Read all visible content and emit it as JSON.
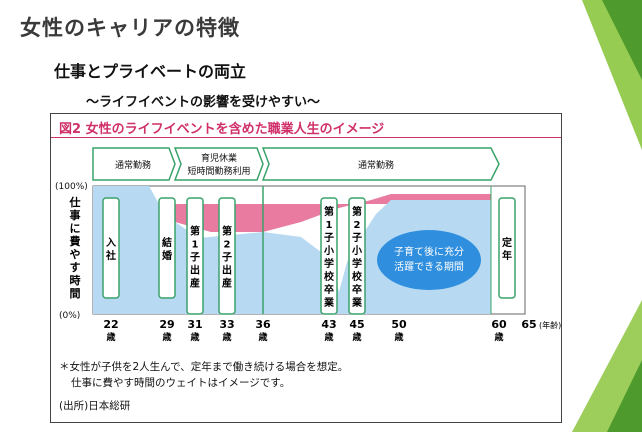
{
  "slide": {
    "title": "女性のキャリアの特徴",
    "subtitle": "仕事とプライベートの両立",
    "subsubtitle": "～ライフイベントの影響を受けやすい～"
  },
  "figure": {
    "title": "図2  女性のライフイベントを含めた職業人生のイメージ",
    "phases": [
      "通常勤務",
      "育児休業\n短時間勤務利用",
      "通常勤務"
    ],
    "y_axis_label": "仕事に費やす時間",
    "y_top_label": "(100%)",
    "y_bottom_label": "(0%)",
    "ages": [
      "22\n歳",
      "29\n歳",
      "31\n歳",
      "33\n歳",
      "36\n歳",
      "43\n歳",
      "45\n歳",
      "50\n歳",
      "60\n歳",
      "65"
    ],
    "age_unit": "(年齢)",
    "events": [
      "入社",
      "結婚",
      "第1子出産",
      "第2子出産",
      "第1子小学校卒業",
      "第2子小学校卒業",
      "定年"
    ],
    "ellipse_label": [
      "子育て後に充分",
      "活躍できる期間"
    ],
    "notes": [
      "＊女性が子供を2人生んで、定年まで働き続ける場合を想定。",
      "仕事に費やす時間のウェイトはイメージです。"
    ],
    "source": "(出所)日本総研"
  },
  "colors": {
    "green": "#3aa36a",
    "blue_fill": "#b8d9f2",
    "pink_fill": "#e97ba0",
    "ellipse": "#2f8fde",
    "title_pink": "#d0306a",
    "slide_green": "#8cc63f"
  }
}
